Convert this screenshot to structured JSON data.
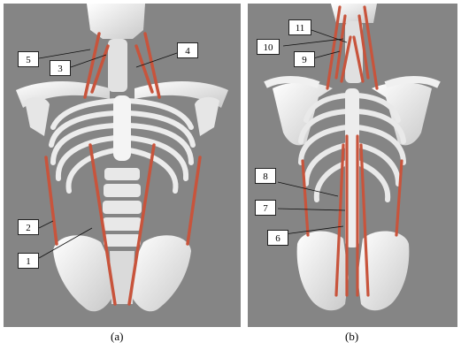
{
  "figure": {
    "panel_a": {
      "caption": "(a)",
      "labels": [
        "1",
        "2",
        "3",
        "4",
        "5"
      ]
    },
    "panel_b": {
      "caption": "(b)",
      "labels": [
        "6",
        "7",
        "8",
        "9",
        "10",
        "11"
      ]
    }
  },
  "colors": {
    "background": "#858585",
    "bone": "#f2f2f2",
    "muscle": "#c8543c"
  }
}
